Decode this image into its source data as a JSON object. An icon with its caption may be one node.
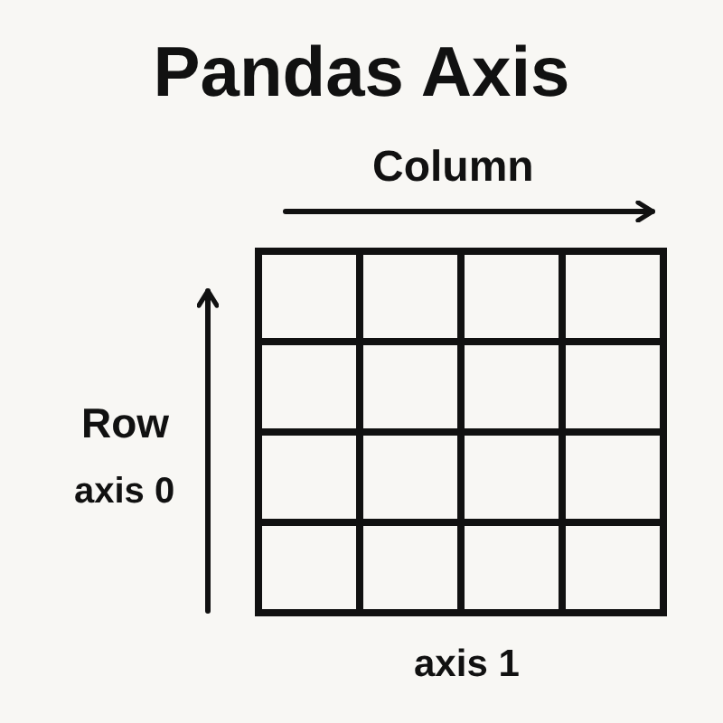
{
  "diagram": {
    "title": "Pandas Axis",
    "labels": [
      "Column",
      "Row",
      "axis 0",
      "axis 1"
    ]
  }
}
